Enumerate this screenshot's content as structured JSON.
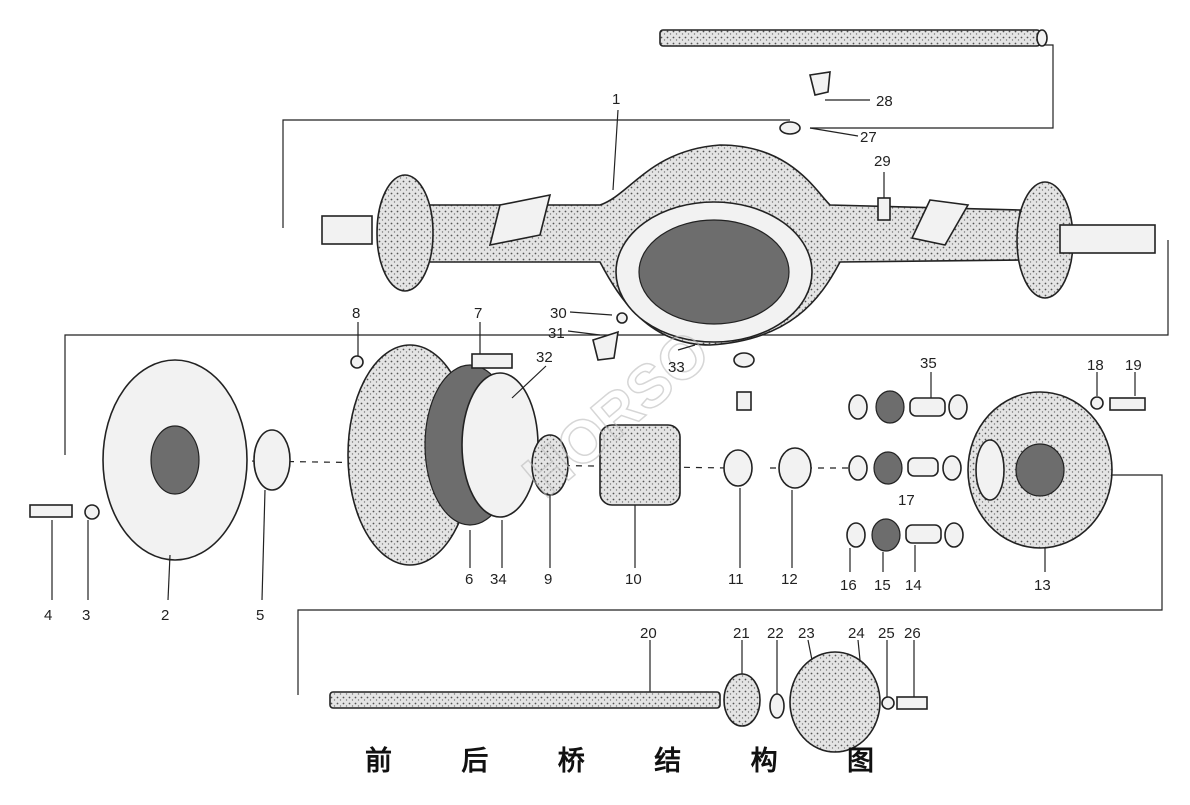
{
  "title": "前 后 桥 结 构 图",
  "watermark": "HORSO",
  "labels": [
    {
      "id": "p1",
      "text": "1"
    },
    {
      "id": "p2",
      "text": "2"
    },
    {
      "id": "p3",
      "text": "3"
    },
    {
      "id": "p4",
      "text": "4"
    },
    {
      "id": "p5",
      "text": "5"
    },
    {
      "id": "p6",
      "text": "6"
    },
    {
      "id": "p7",
      "text": "7"
    },
    {
      "id": "p8",
      "text": "8"
    },
    {
      "id": "p9",
      "text": "9"
    },
    {
      "id": "p10",
      "text": "10"
    },
    {
      "id": "p11",
      "text": "11"
    },
    {
      "id": "p12",
      "text": "12"
    },
    {
      "id": "p13",
      "text": "13"
    },
    {
      "id": "p14",
      "text": "14"
    },
    {
      "id": "p15",
      "text": "15"
    },
    {
      "id": "p16",
      "text": "16"
    },
    {
      "id": "p17",
      "text": "17"
    },
    {
      "id": "p18",
      "text": "18"
    },
    {
      "id": "p19",
      "text": "19"
    },
    {
      "id": "p20",
      "text": "20"
    },
    {
      "id": "p21",
      "text": "21"
    },
    {
      "id": "p22",
      "text": "22"
    },
    {
      "id": "p23",
      "text": "23"
    },
    {
      "id": "p24",
      "text": "24"
    },
    {
      "id": "p25",
      "text": "25"
    },
    {
      "id": "p26",
      "text": "26"
    },
    {
      "id": "p27",
      "text": "27"
    },
    {
      "id": "p28",
      "text": "28"
    },
    {
      "id": "p29",
      "text": "29"
    },
    {
      "id": "p30",
      "text": "30"
    },
    {
      "id": "p31",
      "text": "31"
    },
    {
      "id": "p32",
      "text": "32"
    },
    {
      "id": "p33",
      "text": "33"
    },
    {
      "id": "p34",
      "text": "34"
    },
    {
      "id": "p35",
      "text": "35"
    }
  ],
  "colors": {
    "ink": "#222222",
    "paper": "#ffffff",
    "stipple": "#6d6d6d"
  }
}
